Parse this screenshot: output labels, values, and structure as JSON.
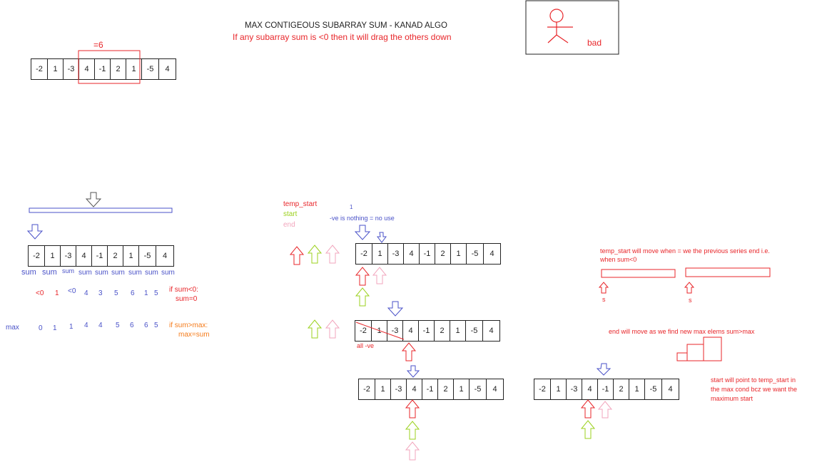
{
  "title": "MAX CONTIGEOUS SUBARRAY SUM - KANAD ALGO",
  "subtitle": "If any subarray sum is <0 then it will drag the others down",
  "array": [
    "-2",
    "1",
    "-3",
    "4",
    "-1",
    "2",
    "1",
    "-5",
    "4"
  ],
  "top_array": [
    "-2",
    "1",
    "-3",
    "4",
    "-1",
    "2",
    "1",
    "-5",
    "4"
  ],
  "sum_label": "=6",
  "bad_label": "bad",
  "sum_row": [
    "sum",
    "sum",
    "sum",
    "sum",
    "sum",
    "sum",
    "sum",
    "sum",
    "sum"
  ],
  "sum_values": [
    "<0",
    "1",
    "<0",
    "4",
    "3",
    "5",
    "6",
    "1",
    "5"
  ],
  "max_label": "max",
  "max_values": [
    "0",
    "1",
    "1",
    "4",
    "4",
    "5",
    "6",
    "6",
    "5"
  ],
  "rule_sum": [
    "if sum<0:",
    "sum=0"
  ],
  "rule_max": [
    "if sum>max:",
    "max=sum"
  ],
  "legend": {
    "temp_start": "temp_start",
    "start": "start",
    "end": "end"
  },
  "note_one": "1",
  "note_neg": "-ve is nothing = no use",
  "all_neg": "all -ve",
  "temp_start_note": [
    "temp_start will move when = we the previous series end i.e.",
    "when sum<0"
  ],
  "s_labels": [
    "s",
    "s"
  ],
  "end_note": "end will move as we find new max elems sum>max",
  "start_note": [
    "start will point to temp_start in",
    "the max cond bcz we want the",
    "maximum start"
  ],
  "colors": {
    "red": "#e8262a",
    "blue": "#4a52c8",
    "green": "#9bd11d",
    "pink": "#f2a6bd",
    "orange": "#f57c1c"
  }
}
